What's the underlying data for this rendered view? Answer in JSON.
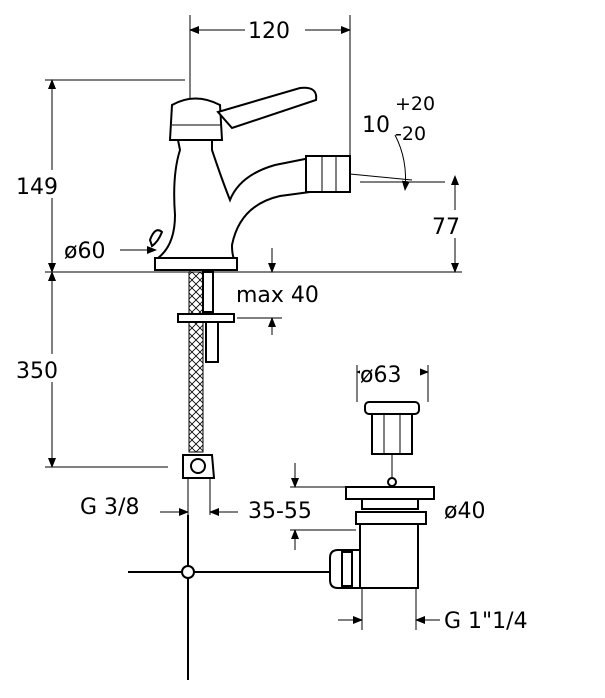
{
  "drawing": {
    "width_dim": "120",
    "height_dim": "149",
    "angle_base": "10",
    "angle_plus": "+20",
    "angle_minus": "-20",
    "spout_height": "77",
    "base_diameter": "ø60",
    "max_thickness": "max 40",
    "hose_length": "350",
    "hose_thread": "G 3/8",
    "plug_diameter": "ø63",
    "deck_range": "35-55",
    "waste_diameter": "ø40",
    "waste_thread": "G 1\"1/4"
  }
}
